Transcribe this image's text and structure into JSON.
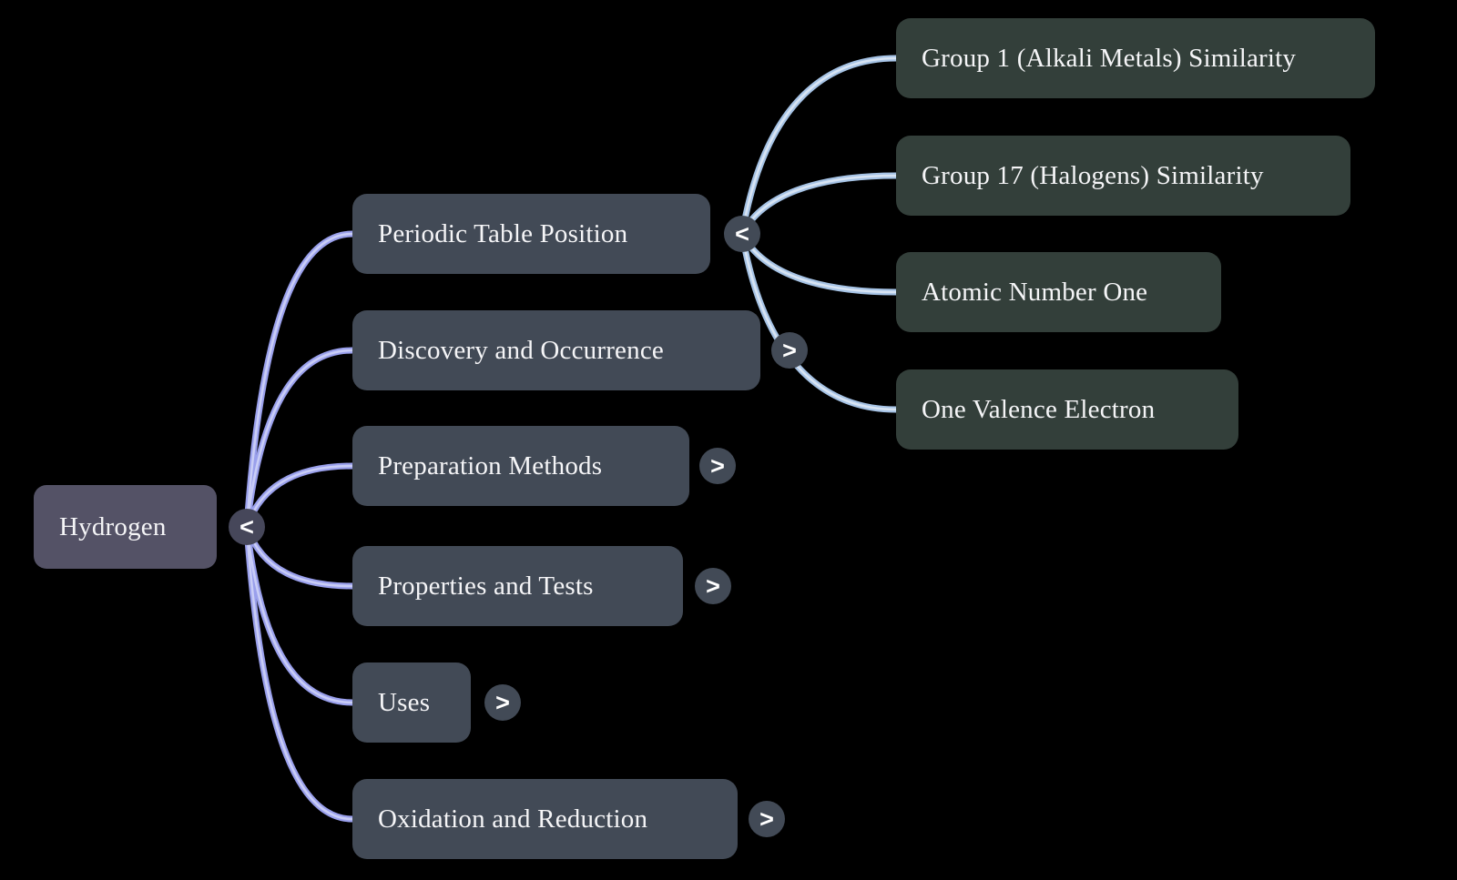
{
  "diagram": {
    "type": "mindmap",
    "background": "#000000",
    "root": {
      "label": "Hydrogen",
      "toggle": "<"
    },
    "branches": [
      {
        "label": "Periodic Table Position",
        "toggle": "<"
      },
      {
        "label": "Discovery and Occurrence",
        "toggle": ">"
      },
      {
        "label": "Preparation Methods",
        "toggle": ">"
      },
      {
        "label": "Properties and Tests",
        "toggle": ">"
      },
      {
        "label": "Uses",
        "toggle": ">"
      },
      {
        "label": "Oxidation and Reduction",
        "toggle": ">"
      }
    ],
    "leaves": [
      {
        "label": "Group 1 (Alkali Metals) Similarity"
      },
      {
        "label": "Group 17 (Halogens) Similarity"
      },
      {
        "label": "Atomic Number One"
      },
      {
        "label": "One Valence Electron"
      }
    ],
    "colors": {
      "root_node": "#545266",
      "branch_node": "#424a56",
      "leaf_node": "#333f3a",
      "toggle_circle": "#46475a",
      "edge_left": "#9aa0ec",
      "edge_left_core": "#c9cdf6",
      "edge_right": "#a6c3e5",
      "edge_right_core": "#d8e4f3",
      "text": "#f5f5f7"
    }
  }
}
